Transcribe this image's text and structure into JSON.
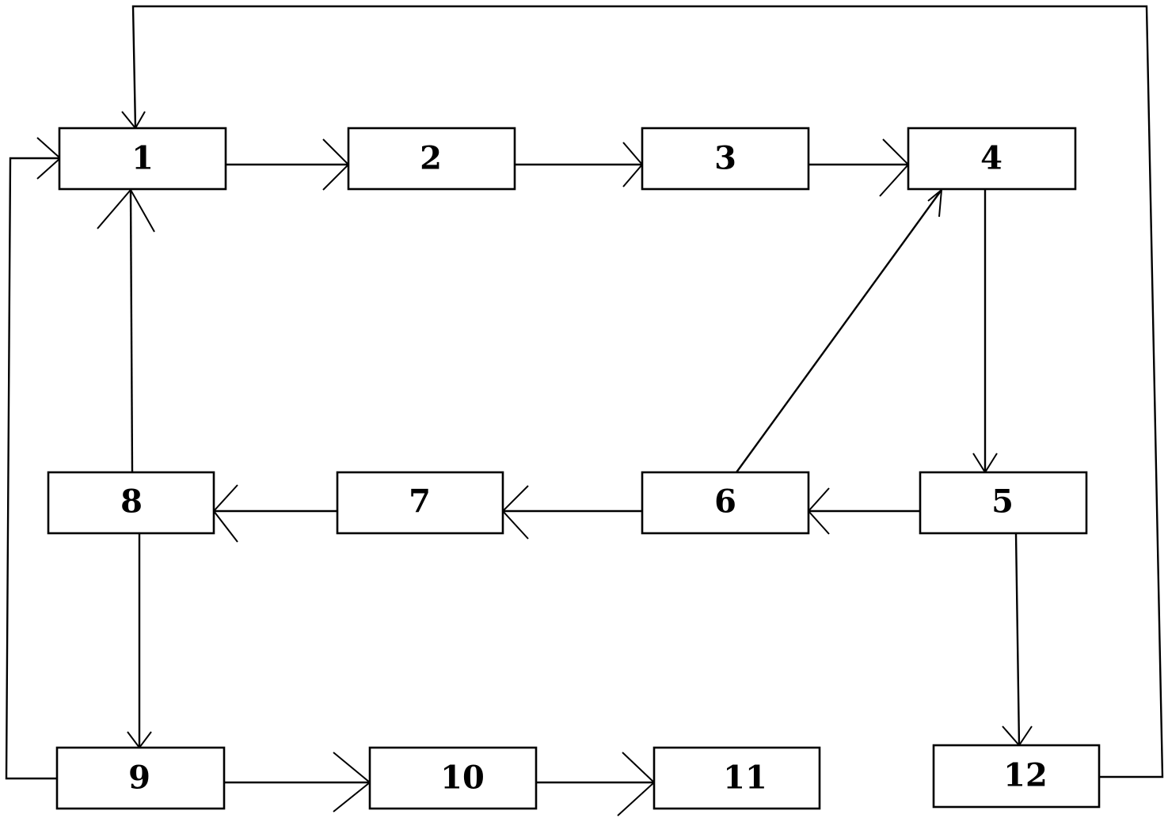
{
  "diagram": {
    "boxes": [
      {
        "id": "1",
        "label": "1"
      },
      {
        "id": "2",
        "label": "2"
      },
      {
        "id": "3",
        "label": "3"
      },
      {
        "id": "4",
        "label": "4"
      },
      {
        "id": "5",
        "label": "5"
      },
      {
        "id": "6",
        "label": "6"
      },
      {
        "id": "7",
        "label": "7"
      },
      {
        "id": "8",
        "label": "8"
      },
      {
        "id": "9",
        "label": "9"
      },
      {
        "id": "10",
        "label": "10"
      },
      {
        "id": "11",
        "label": "11"
      },
      {
        "id": "12",
        "label": "12"
      }
    ],
    "edges": [
      {
        "from": "1",
        "to": "2"
      },
      {
        "from": "2",
        "to": "3"
      },
      {
        "from": "3",
        "to": "4"
      },
      {
        "from": "4",
        "to": "5"
      },
      {
        "from": "5",
        "to": "6"
      },
      {
        "from": "6",
        "to": "7"
      },
      {
        "from": "7",
        "to": "8"
      },
      {
        "from": "6",
        "to": "4"
      },
      {
        "from": "8",
        "to": "1"
      },
      {
        "from": "8",
        "to": "9"
      },
      {
        "from": "9",
        "to": "10"
      },
      {
        "from": "10",
        "to": "11"
      },
      {
        "from": "5",
        "to": "12"
      },
      {
        "from": "9",
        "to": "1"
      },
      {
        "from": "12",
        "to": "1"
      }
    ]
  }
}
